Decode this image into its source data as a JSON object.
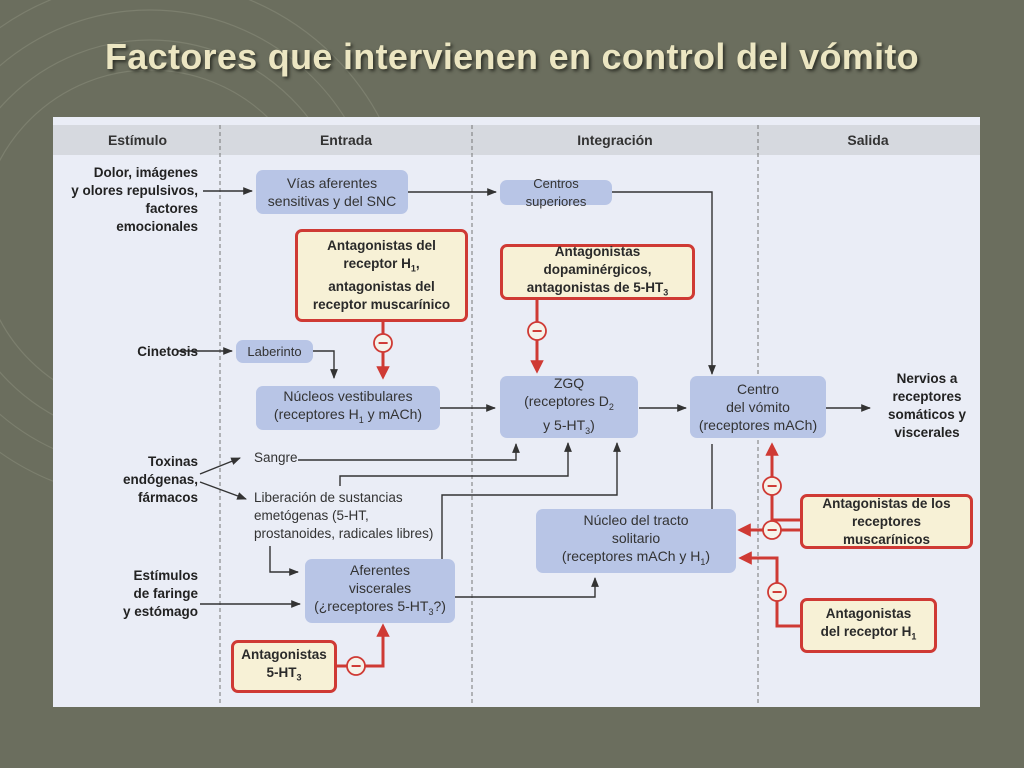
{
  "title": "Factores que intervienen en control del vómito",
  "columns": {
    "stimulus": "Estímulo",
    "input": "Entrada",
    "integration": "Integración",
    "output": "Salida"
  },
  "stimuli": {
    "pain": [
      "Dolor, imágenes",
      "y olores repulsivos,",
      "factores",
      "emocionales"
    ],
    "kinetosis": "Cinetosis",
    "toxins": [
      "Toxinas",
      "endógenas,",
      "fármacos"
    ],
    "pharynx": [
      "Estímulos",
      "de faringe",
      "y estómago"
    ]
  },
  "nodes": {
    "afferent_cns": [
      "Vías aferentes",
      "sensitivas y del SNC"
    ],
    "labyrinth": "Laberinto",
    "vestibular": [
      "Núcleos vestibulares",
      "(receptores H",
      "1",
      " y mACh)"
    ],
    "blood": "Sangre",
    "release": [
      "Liberación de sustancias",
      "emetógenas (5-HT,",
      "prostanoides, radicales libres)"
    ],
    "visceral": [
      "Aferentes",
      "viscerales",
      "(¿receptores 5-HT",
      "3",
      "?)"
    ],
    "higher_centers": "Centros superiores",
    "ctz": [
      "ZGQ",
      "(receptores D",
      "2",
      "y 5-HT",
      "3",
      ")"
    ],
    "solitary": [
      "Núcleo del tracto",
      "solitario",
      "(receptores mACh y H",
      "1",
      ")"
    ],
    "vomit_center": [
      "Centro",
      "del vómito",
      "(receptores mACh)"
    ],
    "nerves": [
      "Nervios a",
      "receptores",
      "somáticos y",
      "viscerales"
    ]
  },
  "antagonists": {
    "h1_musc": [
      "Antagonistas del",
      "receptor H",
      "1",
      ",",
      "antagonistas del",
      "receptor muscarínico"
    ],
    "dopa_5ht3": [
      "Antagonistas dopaminérgicos,",
      "antagonistas de 5-HT",
      "3"
    ],
    "musc": [
      "Antagonistas de los",
      "receptores muscarínicos"
    ],
    "h1": [
      "Antagonistas",
      "del receptor H",
      "1"
    ],
    "ht3": [
      "Antagonistas",
      "5-HT",
      "3"
    ]
  },
  "inhibit_symbol": "−",
  "colors": {
    "background": "#6b6e5e",
    "panel": "#eaedf6",
    "header_band": "#d6d9df",
    "node_fill": "#b8c5e6",
    "antagonist_fill": "#f7f1d6",
    "antagonist_border": "#cf3a34",
    "arrow": "#333333",
    "title": "#ece6c2"
  }
}
